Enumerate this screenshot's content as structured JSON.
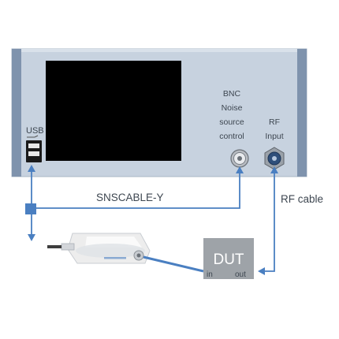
{
  "labels": {
    "usb": "USB",
    "bnc": [
      "BNC",
      "Noise",
      "source",
      "control"
    ],
    "rf_input": [
      "RF",
      "Input"
    ],
    "sns_cable": "SNSCABLE-Y",
    "rf_cable": "RF cable",
    "dut": "DUT",
    "dut_in": "in",
    "dut_out": "out"
  },
  "colors": {
    "instrument_panel": "#c7d2df",
    "instrument_border": "#a9b7c6",
    "side_strip": "#7f93ad",
    "screen": "#000000",
    "cable": "#4a7fc1",
    "dut_box": "#9ea3a8",
    "text": "#3d4650"
  }
}
